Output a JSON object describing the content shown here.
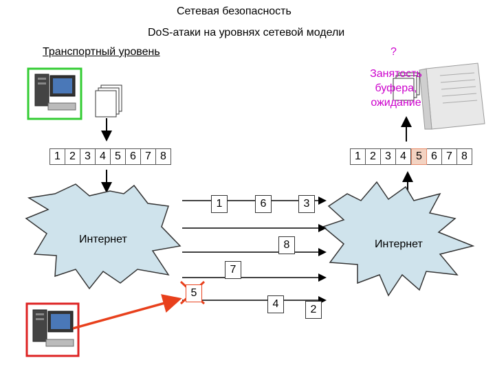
{
  "header": {
    "title": "Сетевая безопасность",
    "subtitle": "DoS-атаки на уровнях сетевой модели"
  },
  "layer": {
    "name": "Транспортный уровень",
    "question": "?"
  },
  "server_status": [
    "Занятость",
    "буфера,",
    "ожидание"
  ],
  "sender_sequence": [
    "1",
    "2",
    "3",
    "4",
    "5",
    "6",
    "7",
    "8"
  ],
  "receiver_sequence": [
    "1",
    "2",
    "3",
    "4",
    "5",
    "6",
    "7",
    "8"
  ],
  "network": {
    "left_label": "Интернет",
    "right_label": "Интернет"
  },
  "packets": [
    "1",
    "6",
    "3",
    "8",
    "7",
    "5",
    "4",
    "2"
  ],
  "colors": {
    "accent": "#e8401c",
    "legit_frame": "#33cc33",
    "attacker_frame": "#dd2222",
    "status_text": "#cc00cc",
    "cloud_fill": "#cfe3ec"
  }
}
